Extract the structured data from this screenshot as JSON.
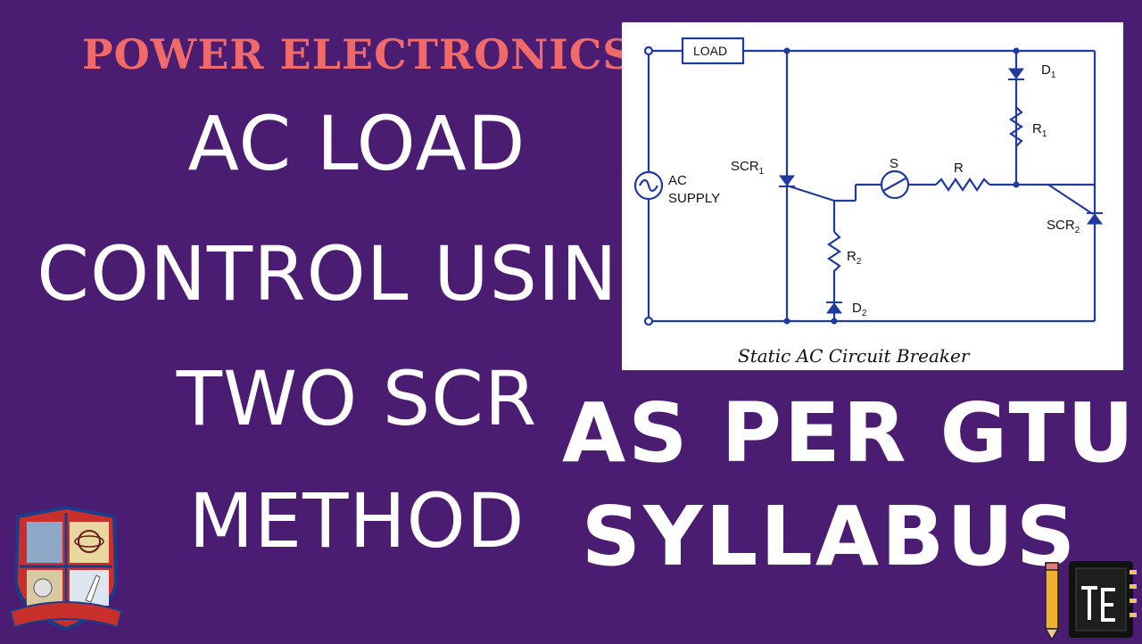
{
  "header": {
    "kicker": "POWER ELECTRONICS"
  },
  "title": {
    "lines": [
      "AC LOAD",
      "CONTROL USING",
      "TWO SCR",
      "METHOD"
    ]
  },
  "badge": {
    "lines": [
      "AS PER GTU",
      "SYLLABUS"
    ]
  },
  "circuit": {
    "caption": "Static AC Circuit Breaker",
    "labels": {
      "load": "LOAD",
      "supply_line1": "AC",
      "supply_line2": "SUPPLY",
      "scr1": "SCR",
      "scr1_sub": "1",
      "scr2": "SCR",
      "scr2_sub": "2",
      "switch": "S",
      "resistor": "R",
      "r1": "R",
      "r1_sub": "1",
      "r2": "R",
      "r2_sub": "2",
      "d1": "D",
      "d1_sub": "1",
      "d2": "D",
      "d2_sub": "2"
    }
  },
  "colors": {
    "background": "#4a1c72",
    "kicker": "#f06a6a",
    "wire": "#1f3aa0",
    "text": "#ffffff"
  },
  "icons": {
    "logo": "university-emblem-icon",
    "brand": "notebook-pencil-icon"
  }
}
